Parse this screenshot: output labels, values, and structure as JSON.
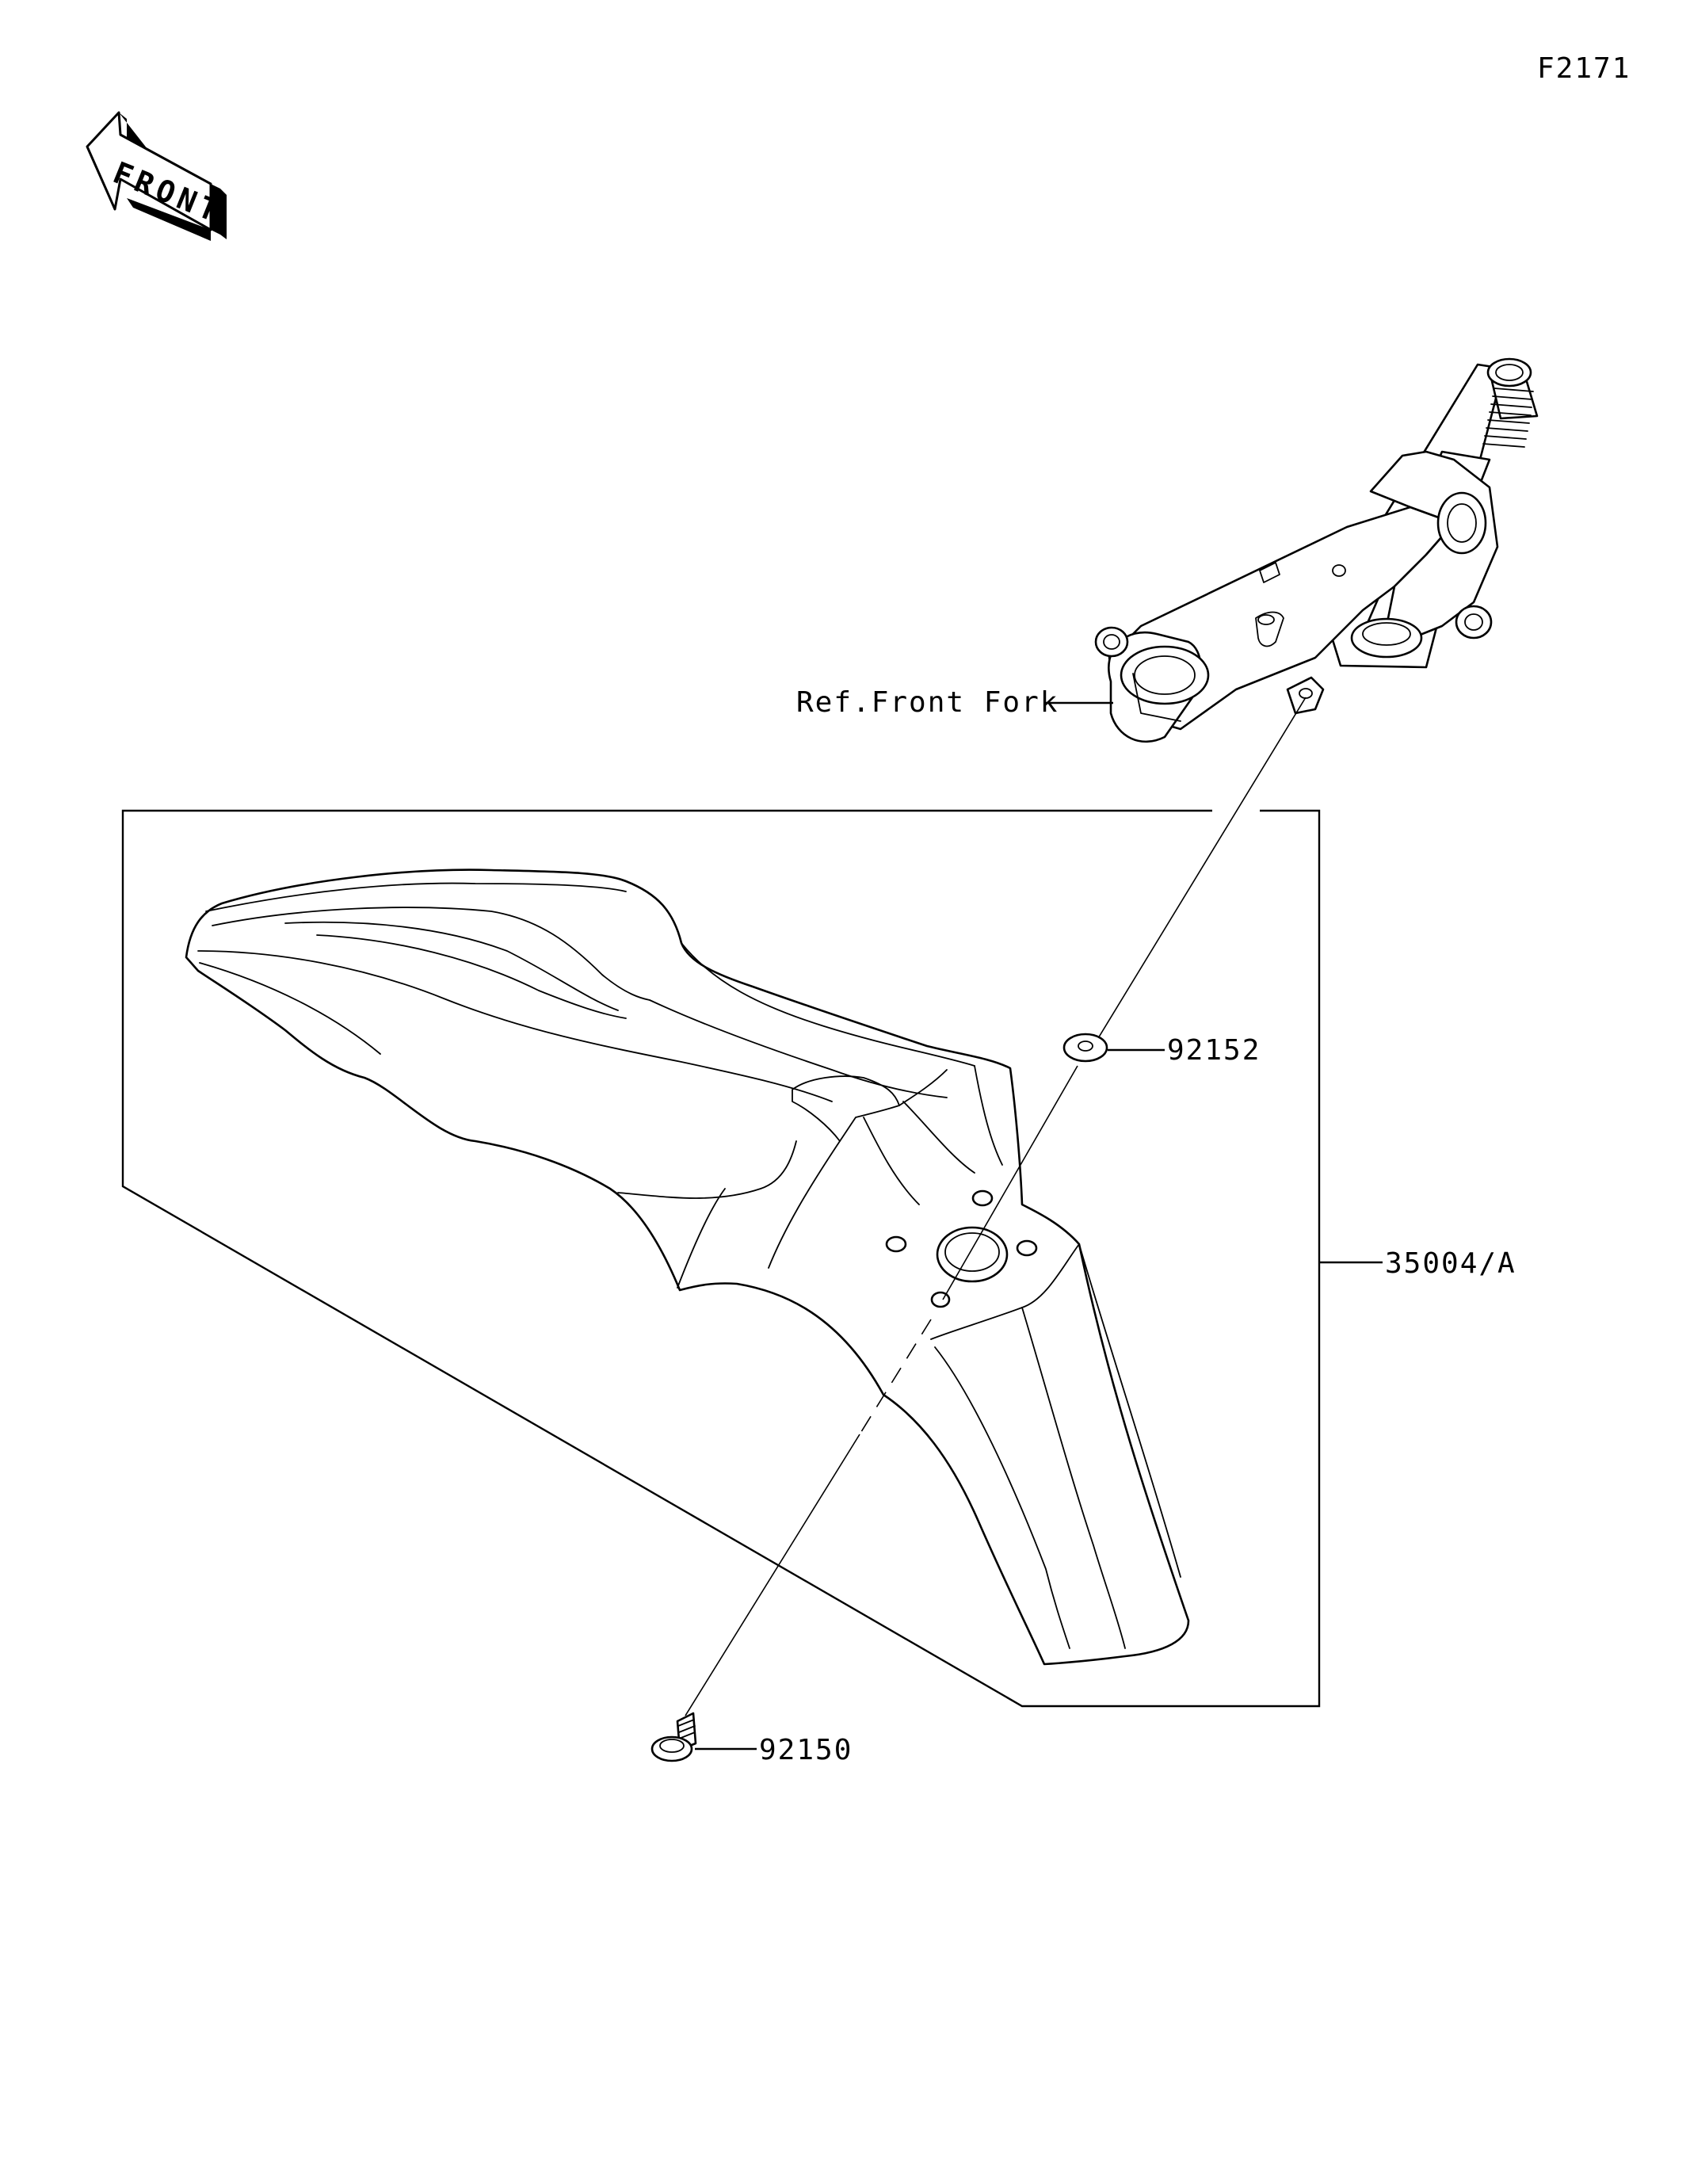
{
  "diagram_code": "F2171",
  "front_arrow_label": "FRONT",
  "callouts": {
    "ref_front_fork": "Ref.Front Fork",
    "washer": "92152",
    "assembly": "35004/A",
    "bolt": "92150"
  }
}
